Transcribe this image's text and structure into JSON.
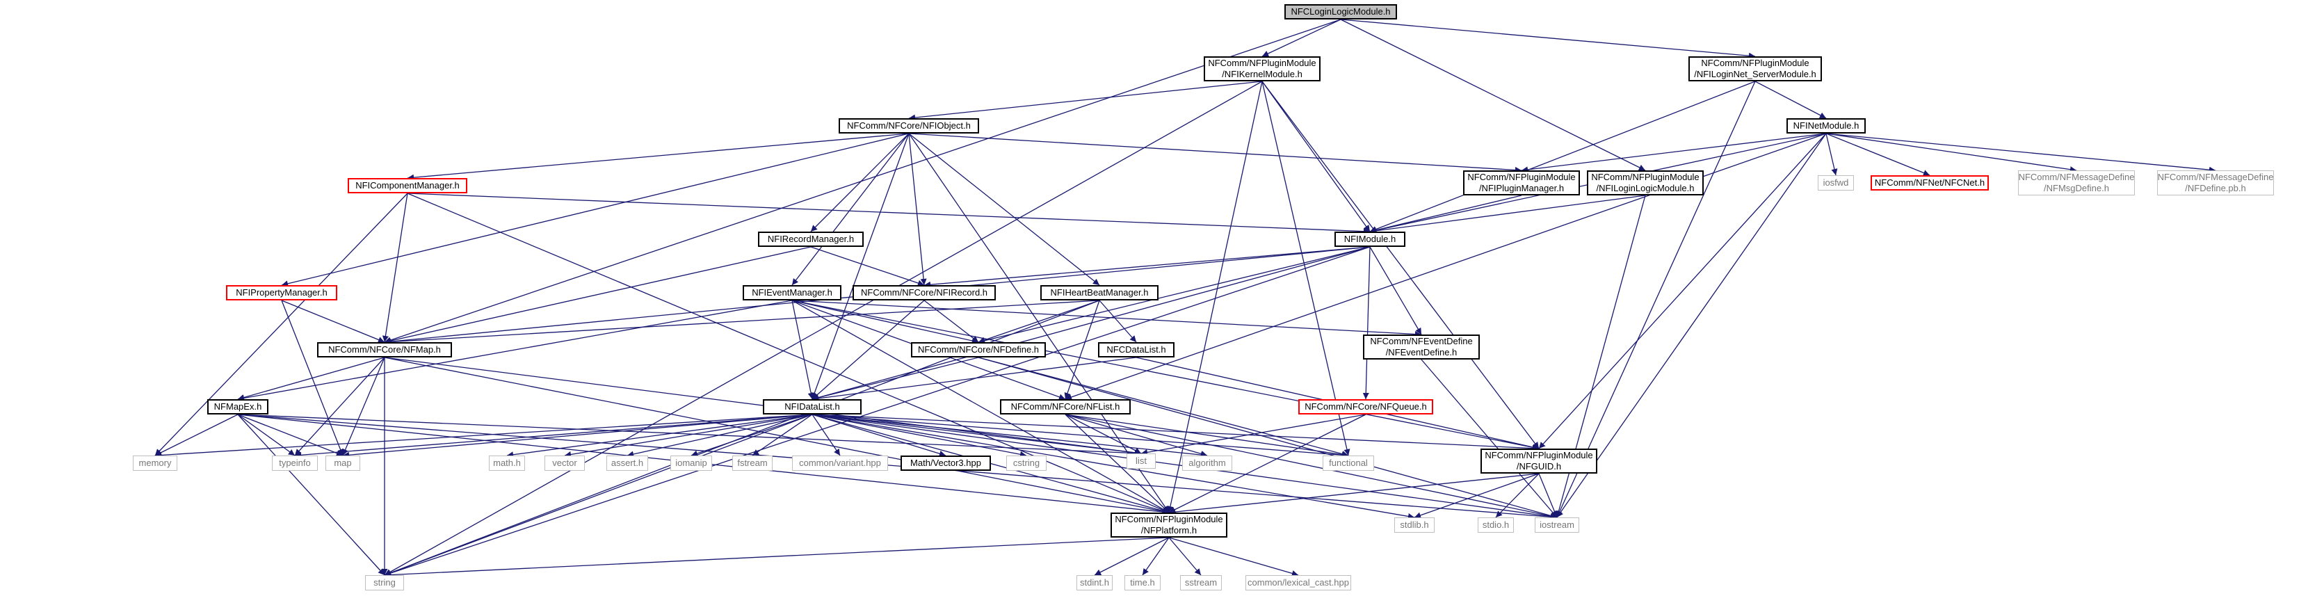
{
  "colors": {
    "edge": "#191970",
    "root_fill": "#bfbfbf",
    "missing_border": "#ff0000",
    "system_border": "#bfbfbf"
  },
  "nodes": [
    {
      "id": "root",
      "lines": [
        "NFCLoginLogicModule.h"
      ],
      "kind": "root"
    },
    {
      "id": "kernel",
      "lines": [
        "NFComm/NFPluginModule",
        "/NFIKernelModule.h"
      ],
      "kind": "normal"
    },
    {
      "id": "loginnet",
      "lines": [
        "NFComm/NFPluginModule",
        "/NFILoginNet_ServerModule.h"
      ],
      "kind": "normal"
    },
    {
      "id": "object",
      "lines": [
        "NFComm/NFCore/NFIObject.h"
      ],
      "kind": "normal"
    },
    {
      "id": "netmod",
      "lines": [
        "NFINetModule.h"
      ],
      "kind": "normal"
    },
    {
      "id": "compmgr",
      "lines": [
        "NFIComponentManager.h"
      ],
      "kind": "red"
    },
    {
      "id": "pluginmgr",
      "lines": [
        "NFComm/NFPluginModule",
        "/NFIPluginManager.h"
      ],
      "kind": "normal"
    },
    {
      "id": "loginlogic",
      "lines": [
        "NFComm/NFPluginModule",
        "/NFILoginLogicModule.h"
      ],
      "kind": "normal"
    },
    {
      "id": "iosfwd",
      "lines": [
        "iosfwd"
      ],
      "kind": "sys"
    },
    {
      "id": "nfcnet",
      "lines": [
        "NFComm/NFNet/NFCNet.h"
      ],
      "kind": "red"
    },
    {
      "id": "msgdef",
      "lines": [
        "NFComm/NFMessageDefine",
        "/NFMsgDefine.h"
      ],
      "kind": "sys"
    },
    {
      "id": "defpb",
      "lines": [
        "NFComm/NFMessageDefine",
        "/NFDefine.pb.h"
      ],
      "kind": "sys"
    },
    {
      "id": "recmgr",
      "lines": [
        "NFIRecordManager.h"
      ],
      "kind": "normal"
    },
    {
      "id": "imodule",
      "lines": [
        "NFIModule.h"
      ],
      "kind": "normal"
    },
    {
      "id": "propmgr",
      "lines": [
        "NFIPropertyManager.h"
      ],
      "kind": "red"
    },
    {
      "id": "eventmgr",
      "lines": [
        "NFIEventManager.h"
      ],
      "kind": "normal"
    },
    {
      "id": "record",
      "lines": [
        "NFComm/NFCore/NFIRecord.h"
      ],
      "kind": "normal"
    },
    {
      "id": "heartbeat",
      "lines": [
        "NFIHeartBeatManager.h"
      ],
      "kind": "normal"
    },
    {
      "id": "nfmap",
      "lines": [
        "NFComm/NFCore/NFMap.h"
      ],
      "kind": "normal"
    },
    {
      "id": "define",
      "lines": [
        "NFComm/NFCore/NFDefine.h"
      ],
      "kind": "normal"
    },
    {
      "id": "cdatalist",
      "lines": [
        "NFCDataList.h"
      ],
      "kind": "normal"
    },
    {
      "id": "eventdef",
      "lines": [
        "NFComm/NFEventDefine",
        "/NFEventDefine.h"
      ],
      "kind": "normal"
    },
    {
      "id": "mapex",
      "lines": [
        "NFMapEx.h"
      ],
      "kind": "normal"
    },
    {
      "id": "idatalist",
      "lines": [
        "NFIDataList.h"
      ],
      "kind": "normal"
    },
    {
      "id": "nflist",
      "lines": [
        "NFComm/NFCore/NFList.h"
      ],
      "kind": "normal"
    },
    {
      "id": "queue",
      "lines": [
        "NFComm/NFCore/NFQueue.h"
      ],
      "kind": "red"
    },
    {
      "id": "guid",
      "lines": [
        "NFComm/NFPluginModule",
        "/NFGUID.h"
      ],
      "kind": "normal"
    },
    {
      "id": "memory",
      "lines": [
        "memory"
      ],
      "kind": "sys"
    },
    {
      "id": "typeinfo",
      "lines": [
        "typeinfo"
      ],
      "kind": "sys"
    },
    {
      "id": "map",
      "lines": [
        "map"
      ],
      "kind": "sys"
    },
    {
      "id": "mathh",
      "lines": [
        "math.h"
      ],
      "kind": "sys"
    },
    {
      "id": "vector",
      "lines": [
        "vector"
      ],
      "kind": "sys"
    },
    {
      "id": "asserth",
      "lines": [
        "assert.h"
      ],
      "kind": "sys"
    },
    {
      "id": "iomanip",
      "lines": [
        "iomanip"
      ],
      "kind": "sys"
    },
    {
      "id": "fstream",
      "lines": [
        "fstream"
      ],
      "kind": "sys"
    },
    {
      "id": "variant",
      "lines": [
        "common/variant.hpp"
      ],
      "kind": "sys"
    },
    {
      "id": "vector3",
      "lines": [
        "Math/Vector3.hpp"
      ],
      "kind": "normal"
    },
    {
      "id": "cstring",
      "lines": [
        "cstring"
      ],
      "kind": "sys"
    },
    {
      "id": "list",
      "lines": [
        "list"
      ],
      "kind": "sys"
    },
    {
      "id": "algorithm",
      "lines": [
        "algorithm"
      ],
      "kind": "sys"
    },
    {
      "id": "functional",
      "lines": [
        "functional"
      ],
      "kind": "sys"
    },
    {
      "id": "platform",
      "lines": [
        "NFComm/NFPluginModule",
        "/NFPlatform.h"
      ],
      "kind": "normal"
    },
    {
      "id": "stdlib",
      "lines": [
        "stdlib.h"
      ],
      "kind": "sys"
    },
    {
      "id": "stdio",
      "lines": [
        "stdio.h"
      ],
      "kind": "sys"
    },
    {
      "id": "iostream",
      "lines": [
        "iostream"
      ],
      "kind": "sys"
    },
    {
      "id": "string",
      "lines": [
        "string"
      ],
      "kind": "sys"
    },
    {
      "id": "stdint",
      "lines": [
        "stdint.h"
      ],
      "kind": "sys"
    },
    {
      "id": "timeh",
      "lines": [
        "time.h"
      ],
      "kind": "sys"
    },
    {
      "id": "sstream",
      "lines": [
        "sstream"
      ],
      "kind": "sys"
    },
    {
      "id": "lexical",
      "lines": [
        "common/lexical_cast.hpp"
      ],
      "kind": "sys"
    }
  ],
  "edges": [
    [
      "root",
      "kernel"
    ],
    [
      "root",
      "loginnet"
    ],
    [
      "root",
      "nfmap"
    ],
    [
      "root",
      "loginlogic"
    ],
    [
      "kernel",
      "object"
    ],
    [
      "kernel",
      "imodule"
    ],
    [
      "kernel",
      "string"
    ],
    [
      "kernel",
      "functional"
    ],
    [
      "kernel",
      "guid"
    ],
    [
      "kernel",
      "platform"
    ],
    [
      "loginnet",
      "imodule"
    ],
    [
      "loginnet",
      "netmod"
    ],
    [
      "loginnet",
      "iostream"
    ],
    [
      "object",
      "compmgr"
    ],
    [
      "object",
      "pluginmgr"
    ],
    [
      "object",
      "recmgr"
    ],
    [
      "object",
      "propmgr"
    ],
    [
      "object",
      "eventmgr"
    ],
    [
      "object",
      "record"
    ],
    [
      "object",
      "heartbeat"
    ],
    [
      "object",
      "idatalist"
    ],
    [
      "object",
      "platform"
    ],
    [
      "netmod",
      "imodule"
    ],
    [
      "netmod",
      "pluginmgr"
    ],
    [
      "netmod",
      "iosfwd"
    ],
    [
      "netmod",
      "nfcnet"
    ],
    [
      "netmod",
      "msgdef"
    ],
    [
      "netmod",
      "defpb"
    ],
    [
      "netmod",
      "iostream"
    ],
    [
      "netmod",
      "nflist"
    ],
    [
      "netmod",
      "guid"
    ],
    [
      "compmgr",
      "imodule"
    ],
    [
      "compmgr",
      "nfmap"
    ],
    [
      "compmgr",
      "memory"
    ],
    [
      "compmgr",
      "platform"
    ],
    [
      "pluginmgr",
      "imodule"
    ],
    [
      "loginlogic",
      "imodule"
    ],
    [
      "loginlogic",
      "iostream"
    ],
    [
      "recmgr",
      "record"
    ],
    [
      "recmgr",
      "nfmap"
    ],
    [
      "imodule",
      "record"
    ],
    [
      "imodule",
      "define"
    ],
    [
      "imodule",
      "eventdef"
    ],
    [
      "imodule",
      "nfmap"
    ],
    [
      "imodule",
      "idatalist"
    ],
    [
      "imodule",
      "queue"
    ],
    [
      "imodule",
      "string"
    ],
    [
      "propmgr",
      "nfmap"
    ],
    [
      "propmgr",
      "map"
    ],
    [
      "eventmgr",
      "define"
    ],
    [
      "eventmgr",
      "eventdef"
    ],
    [
      "eventmgr",
      "mapex"
    ],
    [
      "eventmgr",
      "idatalist"
    ],
    [
      "eventmgr",
      "nflist"
    ],
    [
      "eventmgr",
      "guid"
    ],
    [
      "eventmgr",
      "platform"
    ],
    [
      "record",
      "define"
    ],
    [
      "record",
      "idatalist"
    ],
    [
      "heartbeat",
      "define"
    ],
    [
      "heartbeat",
      "cdatalist"
    ],
    [
      "heartbeat",
      "nfmap"
    ],
    [
      "heartbeat",
      "nflist"
    ],
    [
      "heartbeat",
      "string"
    ],
    [
      "nfmap",
      "mapex"
    ],
    [
      "nfmap",
      "map"
    ],
    [
      "nfmap",
      "typeinfo"
    ],
    [
      "nfmap",
      "list"
    ],
    [
      "nfmap",
      "string"
    ],
    [
      "nfmap",
      "platform"
    ],
    [
      "define",
      "idatalist"
    ],
    [
      "define",
      "functional"
    ],
    [
      "define",
      "iostream"
    ],
    [
      "cdatalist",
      "idatalist"
    ],
    [
      "cdatalist",
      "guid"
    ],
    [
      "eventdef",
      "iostream"
    ],
    [
      "mapex",
      "memory"
    ],
    [
      "mapex",
      "typeinfo"
    ],
    [
      "mapex",
      "map"
    ],
    [
      "mapex",
      "list"
    ],
    [
      "mapex",
      "string"
    ],
    [
      "mapex",
      "iostream"
    ],
    [
      "mapex",
      "platform"
    ],
    [
      "idatalist",
      "memory"
    ],
    [
      "idatalist",
      "typeinfo"
    ],
    [
      "idatalist",
      "map"
    ],
    [
      "idatalist",
      "mathh"
    ],
    [
      "idatalist",
      "vector"
    ],
    [
      "idatalist",
      "asserth"
    ],
    [
      "idatalist",
      "iomanip"
    ],
    [
      "idatalist",
      "fstream"
    ],
    [
      "idatalist",
      "variant"
    ],
    [
      "idatalist",
      "vector3"
    ],
    [
      "idatalist",
      "cstring"
    ],
    [
      "idatalist",
      "list"
    ],
    [
      "idatalist",
      "algorithm"
    ],
    [
      "idatalist",
      "functional"
    ],
    [
      "idatalist",
      "guid"
    ],
    [
      "idatalist",
      "platform"
    ],
    [
      "idatalist",
      "string"
    ],
    [
      "idatalist",
      "iostream"
    ],
    [
      "idatalist",
      "stdlib"
    ],
    [
      "nflist",
      "list"
    ],
    [
      "nflist",
      "algorithm"
    ],
    [
      "nflist",
      "functional"
    ],
    [
      "nflist",
      "iostream"
    ],
    [
      "nflist",
      "platform"
    ],
    [
      "queue",
      "list"
    ],
    [
      "queue",
      "platform"
    ],
    [
      "guid",
      "platform"
    ],
    [
      "guid",
      "stdio"
    ],
    [
      "guid",
      "iostream"
    ],
    [
      "guid",
      "stdlib"
    ],
    [
      "platform",
      "string"
    ],
    [
      "platform",
      "stdint"
    ],
    [
      "platform",
      "timeh"
    ],
    [
      "platform",
      "sstream"
    ],
    [
      "platform",
      "lexical"
    ]
  ]
}
